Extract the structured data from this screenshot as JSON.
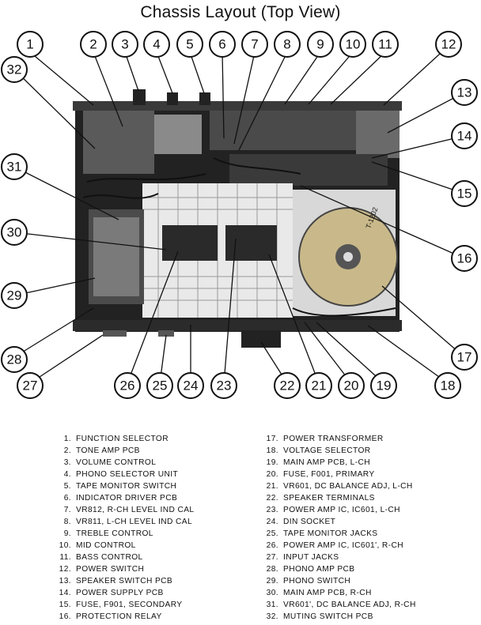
{
  "title": "Chassis Layout (Top View)",
  "legend_left": [
    {
      "num": "1.",
      "text": "FUNCTION SELECTOR"
    },
    {
      "num": "2.",
      "text": "TONE AMP PCB"
    },
    {
      "num": "3.",
      "text": "VOLUME CONTROL"
    },
    {
      "num": "4.",
      "text": "PHONO SELECTOR UNIT"
    },
    {
      "num": "5.",
      "text": "TAPE MONITOR SWITCH"
    },
    {
      "num": "6.",
      "text": "INDICATOR DRIVER PCB"
    },
    {
      "num": "7.",
      "text": "VR812, R-CH LEVEL IND CAL"
    },
    {
      "num": "8.",
      "text": "VR811, L-CH LEVEL IND CAL"
    },
    {
      "num": "9.",
      "text": "TREBLE CONTROL"
    },
    {
      "num": "10.",
      "text": "MID CONTROL"
    },
    {
      "num": "11.",
      "text": "BASS CONTROL"
    },
    {
      "num": "12.",
      "text": "POWER SWITCH"
    },
    {
      "num": "13.",
      "text": "SPEAKER SWITCH PCB"
    },
    {
      "num": "14.",
      "text": "POWER SUPPLY PCB"
    },
    {
      "num": "15.",
      "text": "FUSE, F901, SECONDARY"
    },
    {
      "num": "16.",
      "text": "PROTECTION RELAY"
    }
  ],
  "legend_right": [
    {
      "num": "17.",
      "text": "POWER TRANSFORMER"
    },
    {
      "num": "18.",
      "text": "VOLTAGE SELECTOR"
    },
    {
      "num": "19.",
      "text": "MAIN AMP PCB, L-CH"
    },
    {
      "num": "20.",
      "text": "FUSE, F001, PRIMARY"
    },
    {
      "num": "21.",
      "text": "VR601, DC BALANCE ADJ, L-CH"
    },
    {
      "num": "22.",
      "text": "SPEAKER TERMINALS"
    },
    {
      "num": "23.",
      "text": "POWER AMP IC, IC601, L-CH"
    },
    {
      "num": "24.",
      "text": "DIN SOCKET"
    },
    {
      "num": "25.",
      "text": "TAPE MONITOR JACKS"
    },
    {
      "num": "26.",
      "text": "POWER AMP IC, IC601', R-CH"
    },
    {
      "num": "27.",
      "text": "INPUT JACKS"
    },
    {
      "num": "28.",
      "text": "PHONO AMP PCB"
    },
    {
      "num": "29.",
      "text": "PHONO SWITCH"
    },
    {
      "num": "30.",
      "text": "MAIN AMP PCB, R-CH"
    },
    {
      "num": "31.",
      "text": "VR601', DC BALANCE ADJ, R-CH"
    },
    {
      "num": "32.",
      "text": "MUTING SWITCH PCB"
    }
  ],
  "callouts": [
    "1",
    "2",
    "3",
    "4",
    "5",
    "6",
    "7",
    "8",
    "9",
    "10",
    "11",
    "12",
    "13",
    "14",
    "15",
    "16",
    "17",
    "18",
    "19",
    "20",
    "21",
    "22",
    "23",
    "24",
    "25",
    "26",
    "27",
    "28",
    "29",
    "30",
    "31",
    "32"
  ],
  "transformer_label": "T-1202",
  "colors": {
    "ink": "#111111",
    "photo_dark": "#1a1a1a",
    "photo_mid": "#6b6b6b",
    "heatsink": "#e9e9e9"
  }
}
